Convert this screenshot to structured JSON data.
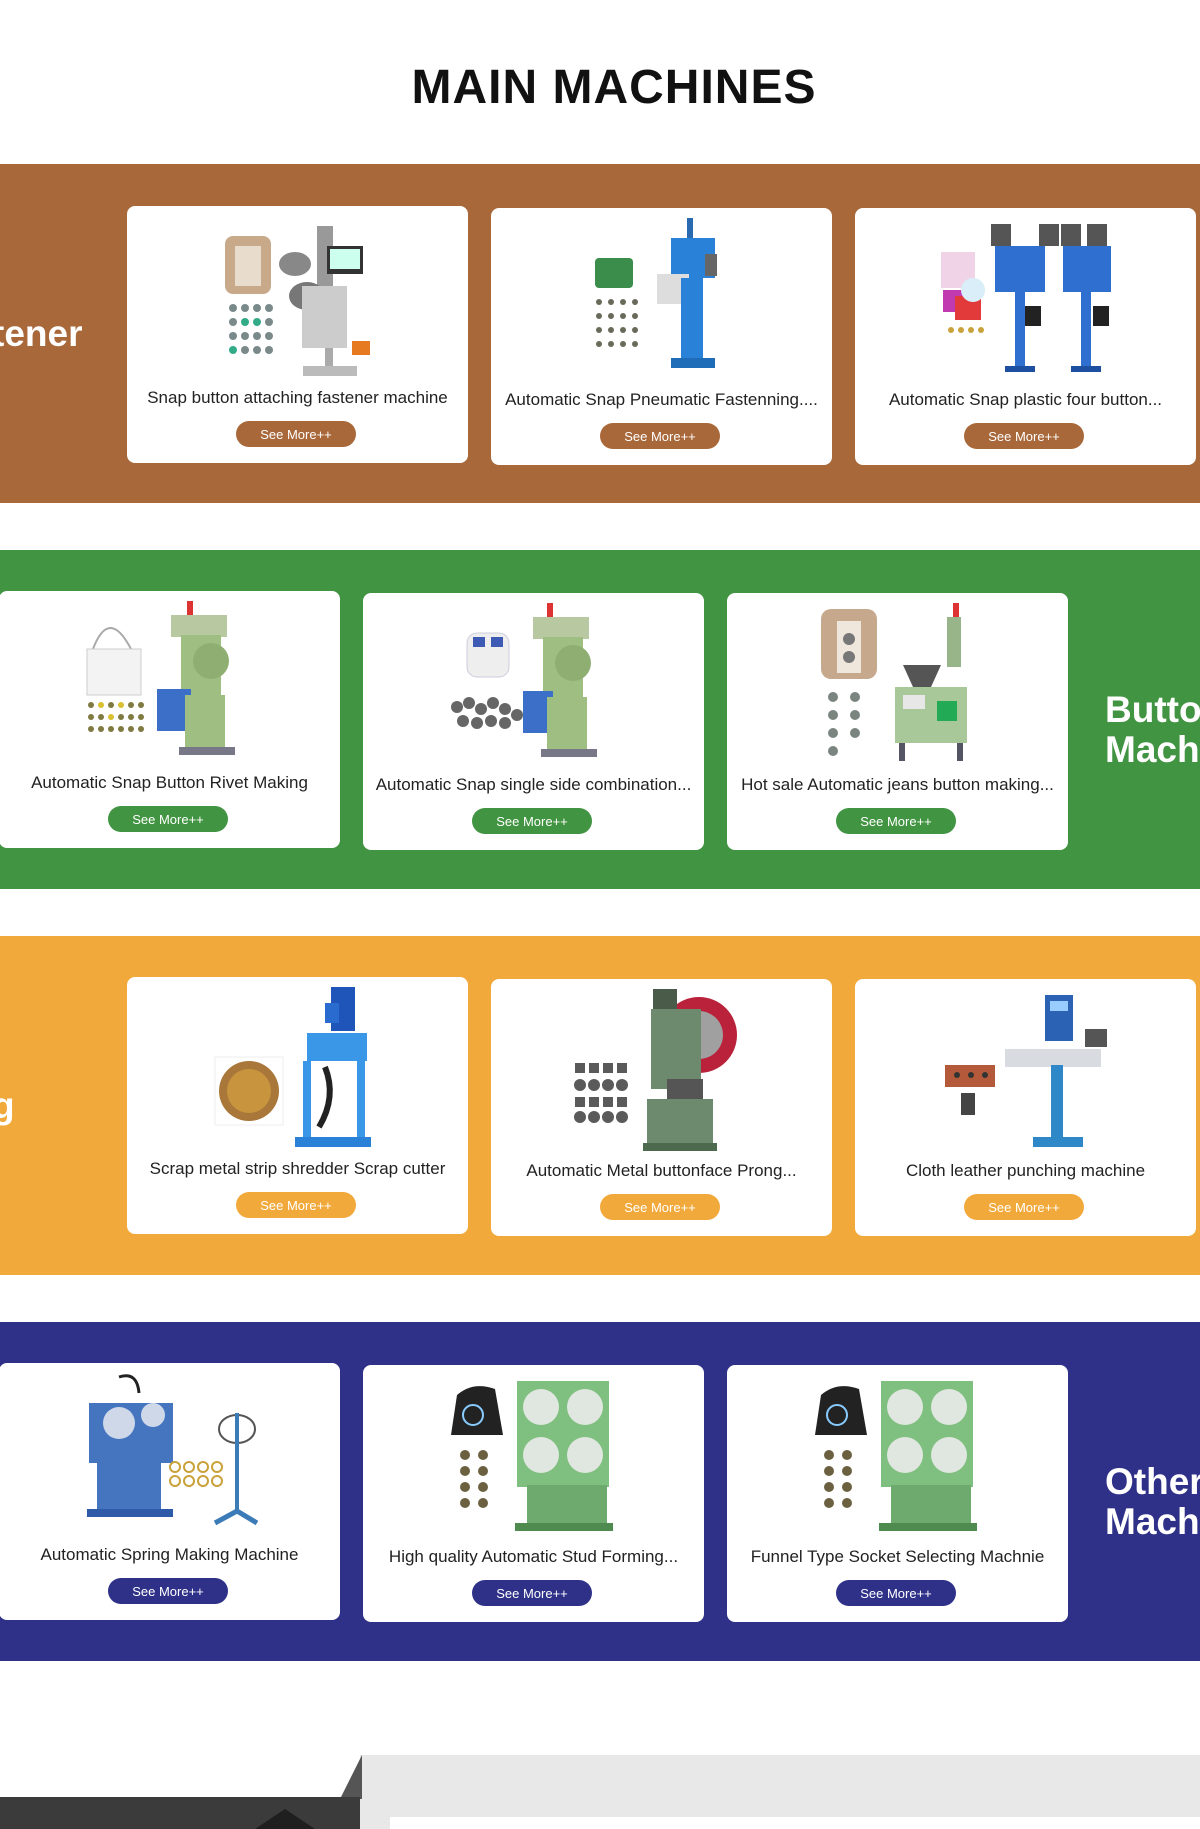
{
  "page_title": "MAIN MACHINES",
  "see_more_label": "See More++",
  "sections": [
    {
      "label_lines": [
        "tener"
      ],
      "color": "#a8683a",
      "cards": [
        {
          "name": "Snap button attaching fastener machine"
        },
        {
          "name": "Automatic Snap Pneumatic Fastenning...."
        },
        {
          "name": "Automatic Snap plastic four button..."
        }
      ]
    },
    {
      "label_lines": [
        "Butto",
        "Machi"
      ],
      "color": "#419441",
      "cards": [
        {
          "name": "Automatic Snap Button Rivet Making"
        },
        {
          "name": "Automatic Snap single side combination..."
        },
        {
          "name": "Hot sale Automatic jeans button making..."
        }
      ]
    },
    {
      "label_lines": [
        "g"
      ],
      "color": "#f2a93b",
      "cards": [
        {
          "name": "Scrap metal strip shredder Scrap cutter"
        },
        {
          "name": "Automatic Metal buttonface Prong..."
        },
        {
          "name": "Cloth leather punching machine"
        }
      ]
    },
    {
      "label_lines": [
        "Other",
        "Machi"
      ],
      "color": "#2f3189",
      "cards": [
        {
          "name": "Automatic Spring Making Machine"
        },
        {
          "name": "High quality Automatic Stud Forming..."
        },
        {
          "name": "Funnel Type Socket Selecting Machnie"
        }
      ]
    }
  ]
}
